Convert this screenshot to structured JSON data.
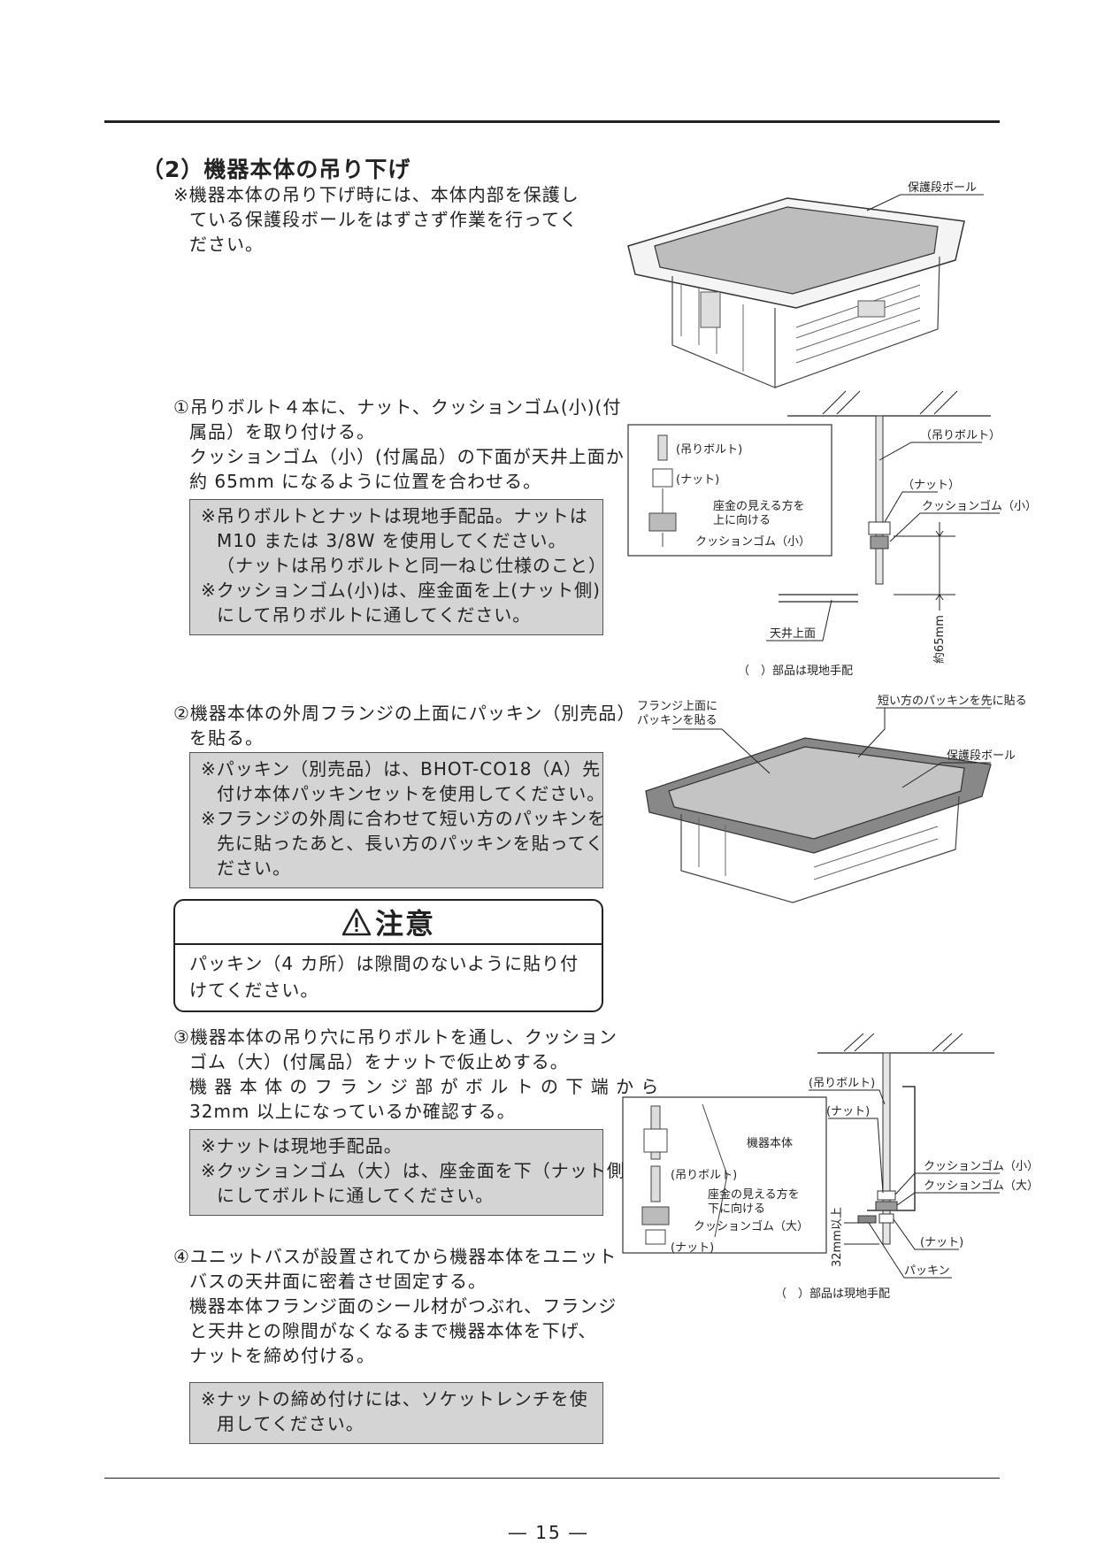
{
  "section": {
    "heading": "（2）機器本体の吊り下げ",
    "intro_note": [
      "※機器本体の吊り下げ時には、本体内部を保護し",
      "ている保護段ボールをはずさず作業を行ってく",
      "ださい。"
    ]
  },
  "steps": [
    {
      "text": [
        "①吊りボルト４本に、ナット、クッションゴム(小)(付",
        "属品）を取り付ける。",
        "クッションゴム（小）(付属品）の下面が天井上面から",
        "約 65mm になるように位置を合わせる。"
      ],
      "note": [
        "※吊りボルトとナットは現地手配品。ナットは",
        "M10 または 3/8W を使用してください。",
        "（ナットは吊りボルトと同一ねじ仕様のこと）",
        "※クッションゴム(小)は、座金面を上(ナット側)",
        "にして吊りボルトに通してください。"
      ]
    },
    {
      "text": [
        "②機器本体の外周フランジの上面にパッキン（別売品）",
        "を貼る。"
      ],
      "note": [
        "※パッキン（別売品）は、BHOT-CO18（A）先",
        "付け本体パッキンセットを使用してください。",
        "※フランジの外周に合わせて短い方のパッキンを",
        "先に貼ったあと、長い方のパッキンを貼ってく",
        "ださい。"
      ]
    },
    {
      "text": [
        "③機器本体の吊り穴に吊りボルトを通し、クッション",
        "ゴム（大）(付属品）をナットで仮止めする。",
        "機 器 本 体 の フ ラ ン ジ 部 が ボ ル ト の 下 端 か ら",
        "32mm 以上になっているか確認する。"
      ],
      "note": [
        "※ナットは現地手配品。",
        "※クッションゴム（大）は、座金面を下（ナット側）",
        "にしてボルトに通してください。"
      ]
    },
    {
      "text": [
        "④ユニットバスが設置されてから機器本体をユニット",
        "バスの天井面に密着させ固定する。",
        "機器本体フランジ面のシール材がつぶれ、フランジ",
        "と天井との隙間がなくなるまで機器本体を下げ、",
        "ナットを締め付ける。"
      ],
      "note": [
        "※ナットの締め付けには、ソケットレンチを使",
        "用してください。"
      ]
    }
  ],
  "caution": {
    "title": "注意",
    "body": [
      "パッキン（4 カ所）は隙間のないように貼り付",
      "けてください。"
    ]
  },
  "figures": {
    "fig1": {
      "label_cardboard": "保護段ボール"
    },
    "fig2": {
      "inset_bolt": "(吊りボルト)",
      "inset_nut": "(ナット)",
      "inset_washer_note_1": "座金の見える方を",
      "inset_washer_note_2": "上に向ける",
      "inset_cushion": "クッションゴム（小）",
      "bolt": "（吊りボルト）",
      "nut": "（ナット）",
      "cushion": "クッションゴム（小）",
      "ceiling": "天井上面",
      "dim": "約65mm",
      "footnote": "（　）部品は現地手配"
    },
    "fig3": {
      "flange_1": "フランジ上面に",
      "flange_2": "パッキンを貼る",
      "short_first": "短い方のパッキンを先に貼る",
      "cardboard": "保護段ボール"
    },
    "fig4": {
      "bolt": "(吊りボルト)",
      "nut_top": "(ナット)",
      "unit": "機器本体",
      "cushion_small": "クッションゴム（小）",
      "cushion_large": "クッションゴム（大）",
      "inset_bolt": "(吊りボルト)",
      "inset_washer_note_1": "座金の見える方を",
      "inset_washer_note_2": "下に向ける",
      "inset_cushion": "クッションゴム（大）",
      "inset_nut": "(ナット)",
      "dim": "32mm以上",
      "nut_bottom": "(ナット)",
      "packing": "パッキン",
      "footnote": "（　）部品は現地手配"
    }
  },
  "page_number": "― 15 ―"
}
